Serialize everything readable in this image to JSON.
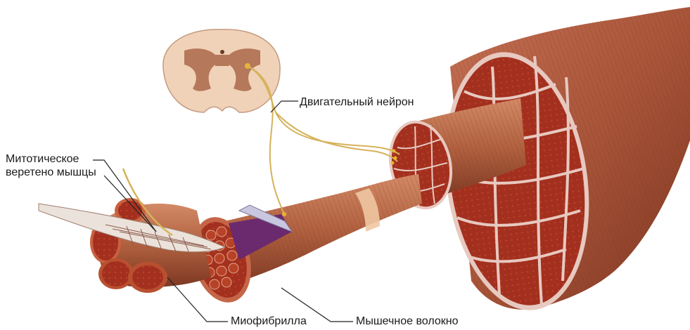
{
  "labels": {
    "motor_neuron": "Двигательный нейрон",
    "spindle_line1": "Митотическое",
    "spindle_line2": "веретено мышцы",
    "myofibril": "Миофибрилла",
    "muscle_fiber": "Мышечное волокно"
  },
  "colors": {
    "muscle_surface": "#b35c3e",
    "muscle_dark": "#8a3a24",
    "fascicle_red": "#a3301f",
    "fascicle_dot": "#c54a2e",
    "connective_tissue": "#e7c9c0",
    "nerve": "#d6b25a",
    "spinal_cord_outer": "#f0d2b8",
    "spinal_cord_grey": "#b5785a",
    "membrane_purple": "#6b2a6e",
    "leader_line": "#222222"
  }
}
